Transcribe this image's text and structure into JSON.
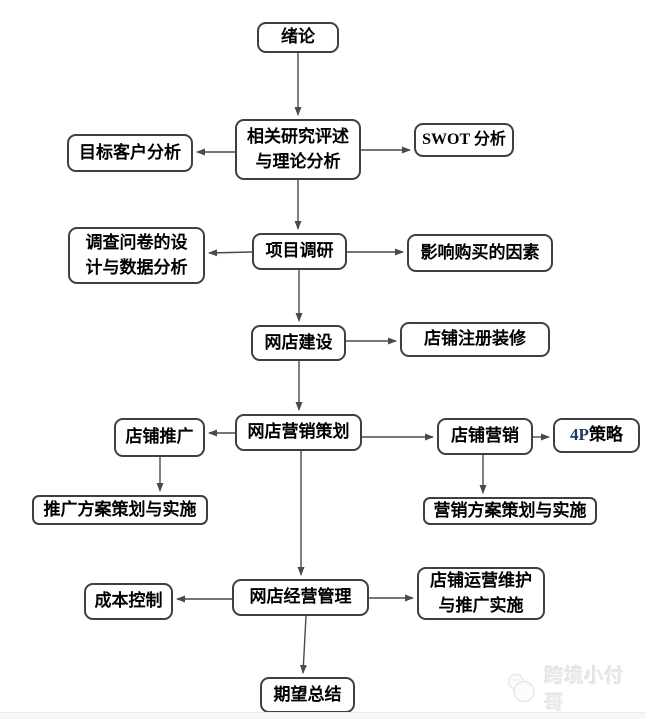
{
  "diagram": {
    "type": "flowchart",
    "nodes": {
      "intro": "绪论",
      "review": "相关研究评述\n与理论分析",
      "target_customer": "目标客户分析",
      "swot": "SWOT 分析",
      "survey": "调查问卷的设\n计与数据分析",
      "project_research": "项目调研",
      "purchase_factors": "影响购买的因素",
      "store_build": "网店建设",
      "store_register": "店铺注册装修",
      "marketing_plan": "网店营销策划",
      "store_promotion": "店铺推广",
      "store_marketing": "店铺营销",
      "strategy_4p_prefix": "4P",
      "strategy_4p_suffix": " 策略",
      "promotion_impl": "推广方案策划与实施",
      "marketing_impl": "营销方案策划与实施",
      "management": "网店经营管理",
      "cost_control": "成本控制",
      "operation_maintain": "店铺运营维护\n与推广实施",
      "summary": "期望总结"
    },
    "edges": [
      {
        "from": "绪论",
        "to": "相关研究评述与理论分析"
      },
      {
        "from": "相关研究评述与理论分析",
        "to": "目标客户分析"
      },
      {
        "from": "相关研究评述与理论分析",
        "to": "SWOT 分析"
      },
      {
        "from": "相关研究评述与理论分析",
        "to": "项目调研"
      },
      {
        "from": "项目调研",
        "to": "调查问卷的设计与数据分析"
      },
      {
        "from": "项目调研",
        "to": "影响购买的因素"
      },
      {
        "from": "项目调研",
        "to": "网店建设"
      },
      {
        "from": "网店建设",
        "to": "店铺注册装修"
      },
      {
        "from": "网店建设",
        "to": "网店营销策划"
      },
      {
        "from": "网店营销策划",
        "to": "店铺推广"
      },
      {
        "from": "网店营销策划",
        "to": "店铺营销"
      },
      {
        "from": "网店营销策划",
        "to": "网店经营管理"
      },
      {
        "from": "店铺推广",
        "to": "推广方案策划与实施"
      },
      {
        "from": "店铺营销",
        "to": "4P 策略"
      },
      {
        "from": "店铺营销",
        "to": "营销方案策划与实施"
      },
      {
        "from": "网店经营管理",
        "to": "成本控制"
      },
      {
        "from": "网店经营管理",
        "to": "店铺运营维护与推广实施"
      },
      {
        "from": "网店经营管理",
        "to": "期望总结"
      }
    ],
    "colors": {
      "box_border": "#3f3f3f",
      "arrow": "#4a4a4a",
      "accent_4p": "#1f3864",
      "watermark": "#e9e9e9"
    },
    "watermark": {
      "text": "跨境小付哥"
    }
  }
}
